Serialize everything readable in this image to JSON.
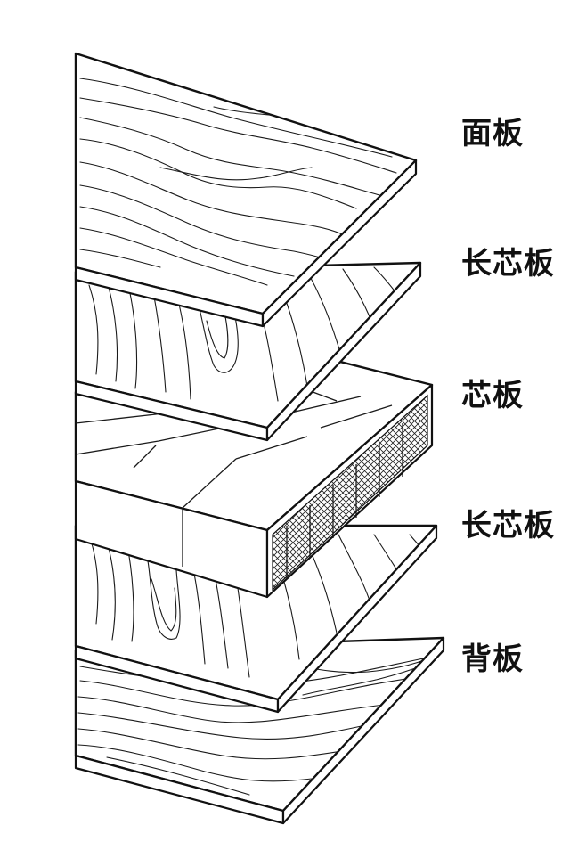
{
  "diagram": {
    "layers": [
      {
        "id": "face-board",
        "label": "面板"
      },
      {
        "id": "long-core-board-top",
        "label": "长芯板"
      },
      {
        "id": "core-board",
        "label": "芯板"
      },
      {
        "id": "long-core-board-bottom",
        "label": "长芯板"
      },
      {
        "id": "back-board",
        "label": "背板"
      }
    ]
  },
  "colors": {
    "line": "#111111",
    "background": "#ffffff"
  }
}
